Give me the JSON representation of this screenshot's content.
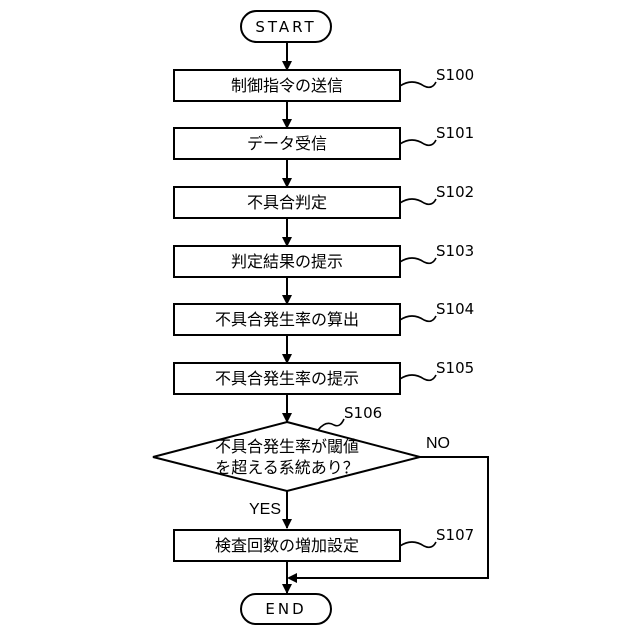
{
  "flowchart": {
    "start_label": "START",
    "end_label": "END",
    "steps": [
      {
        "id": "S100",
        "label": "制御指令の送信"
      },
      {
        "id": "S101",
        "label": "データ受信"
      },
      {
        "id": "S102",
        "label": "不具合判定"
      },
      {
        "id": "S103",
        "label": "判定結果の提示"
      },
      {
        "id": "S104",
        "label": "不具合発生率の算出"
      },
      {
        "id": "S105",
        "label": "不具合発生率の提示"
      },
      {
        "id": "S107",
        "label": "検査回数の増加設定"
      }
    ],
    "decision": {
      "id": "S106",
      "line1": "不具合発生率が閾値",
      "line2": "を超える系統あり？",
      "yes_label": "YES",
      "no_label": "NO"
    }
  }
}
